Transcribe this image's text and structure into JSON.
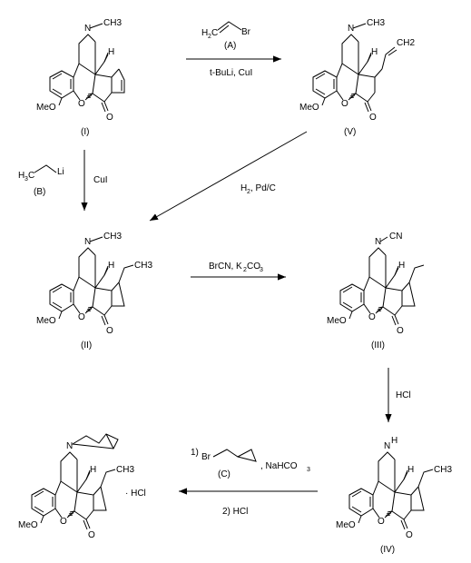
{
  "compounds": {
    "I": {
      "label": "(I)",
      "substituent": "CH3",
      "methoxy": "MeO",
      "ketone": "O",
      "ring_o": "O"
    },
    "V": {
      "label": "(V)",
      "substituent": "CH3",
      "methoxy": "MeO",
      "ketone": "O",
      "ring_o": "O",
      "side": "CH2"
    },
    "II": {
      "label": "(II)",
      "substituent": "CH3",
      "methoxy": "MeO",
      "ketone": "O",
      "ring_o": "O",
      "side": "CH3"
    },
    "III": {
      "label": "(III)",
      "substituent": "CN",
      "methoxy": "MeO",
      "ketone": "O",
      "ring_o": "O"
    },
    "IV": {
      "label": "(IV)",
      "substituent": "H",
      "methoxy": "MeO",
      "ketone": "O",
      "ring_o": "O",
      "side": "CH3"
    },
    "P": {
      "methoxy": "MeO",
      "ketone": "O",
      "ring_o": "O",
      "side": "CH3",
      "salt": "· HCl"
    }
  },
  "reagents": {
    "A": {
      "formula_h": "H",
      "formula_sub": "2",
      "formula_c": "C",
      "atom": "Br",
      "label": "(A)"
    },
    "B": {
      "formula_h": "H",
      "formula_sub": "3",
      "formula_c": "C",
      "atom": "Li",
      "label": "(B)"
    },
    "C": {
      "atom": "Br",
      "label": "(C)",
      "step1_num": "1)",
      "extra": ", NaHCO",
      "extra_sub": "3"
    }
  },
  "conditions": {
    "i_to_v": "t-BuLi, CuI",
    "i_to_ii": "CuI",
    "v_to_ii_a": "H",
    "v_to_ii_sub": "2",
    "v_to_ii_b": ", Pd/C",
    "ii_to_iii_a": "BrCN, K",
    "ii_to_iii_sub1": "2",
    "ii_to_iii_b": "CO",
    "ii_to_iii_sub2": "3",
    "iii_to_iv": "HCl",
    "iv_to_p": "2)  HCl"
  }
}
